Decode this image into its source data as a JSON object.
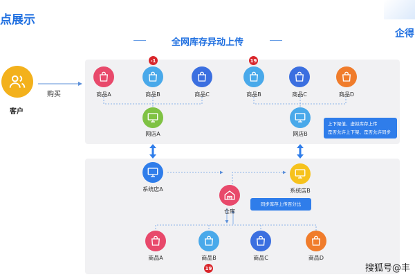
{
  "heading_left": "点展示",
  "heading_right": "企得",
  "title": "全网库存异动上传",
  "customer": {
    "label": "客户",
    "icon": "users-icon",
    "color": "#f3b11c"
  },
  "action_label": "购买",
  "top_panel": {
    "store_a": {
      "products": [
        {
          "label": "商品A",
          "color": "#e8496b",
          "icon": "shopping-bag-icon"
        },
        {
          "label": "商品B",
          "color": "#49a9ea",
          "icon": "shopping-bag-icon",
          "badge": "-1"
        },
        {
          "label": "商品C",
          "color": "#3b6fe0",
          "icon": "shopping-bag-icon"
        }
      ],
      "store": {
        "label": "网店A",
        "color": "#7fc243",
        "icon": "monitor-icon"
      }
    },
    "store_b": {
      "products": [
        {
          "label": "商品B",
          "color": "#49a9ea",
          "icon": "shopping-bag-icon",
          "badge": "19"
        },
        {
          "label": "商品C",
          "color": "#3b6fe0",
          "icon": "shopping-bag-icon"
        },
        {
          "label": "商品D",
          "color": "#f07c2b",
          "icon": "shopping-bag-icon"
        }
      ],
      "store": {
        "label": "网店B",
        "color": "#49a9ea",
        "icon": "monitor-icon"
      },
      "callout": [
        "上下架值、虚拟库存上传",
        "是否允许上下架、是否允许同步"
      ]
    }
  },
  "bottom_panel": {
    "system_a": {
      "label": "系统店A",
      "color": "#2f7dea",
      "icon": "monitor-icon"
    },
    "system_b": {
      "label": "系统店B",
      "color": "#f6c21c",
      "icon": "monitor-icon"
    },
    "warehouse": {
      "label": "仓库",
      "color": "#e8496b",
      "icon": "warehouse-icon"
    },
    "warehouse_callout": "同步库存上传百分比",
    "products": [
      {
        "label": "商品A",
        "color": "#e8496b",
        "icon": "shopping-bag-icon"
      },
      {
        "label": "商品B",
        "color": "#49a9ea",
        "icon": "shopping-bag-icon",
        "badge": "19"
      },
      {
        "label": "商品C",
        "color": "#3b6fe0",
        "icon": "shopping-bag-icon"
      },
      {
        "label": "商品D",
        "color": "#f07c2b",
        "icon": "shopping-bag-icon"
      }
    ]
  },
  "watermark": "搜狐号@丰",
  "colors": {
    "accent": "#1f6fe0",
    "line": "#5b8fd9",
    "arrow": "#2f7dea",
    "panel": "#f1f1f3"
  }
}
